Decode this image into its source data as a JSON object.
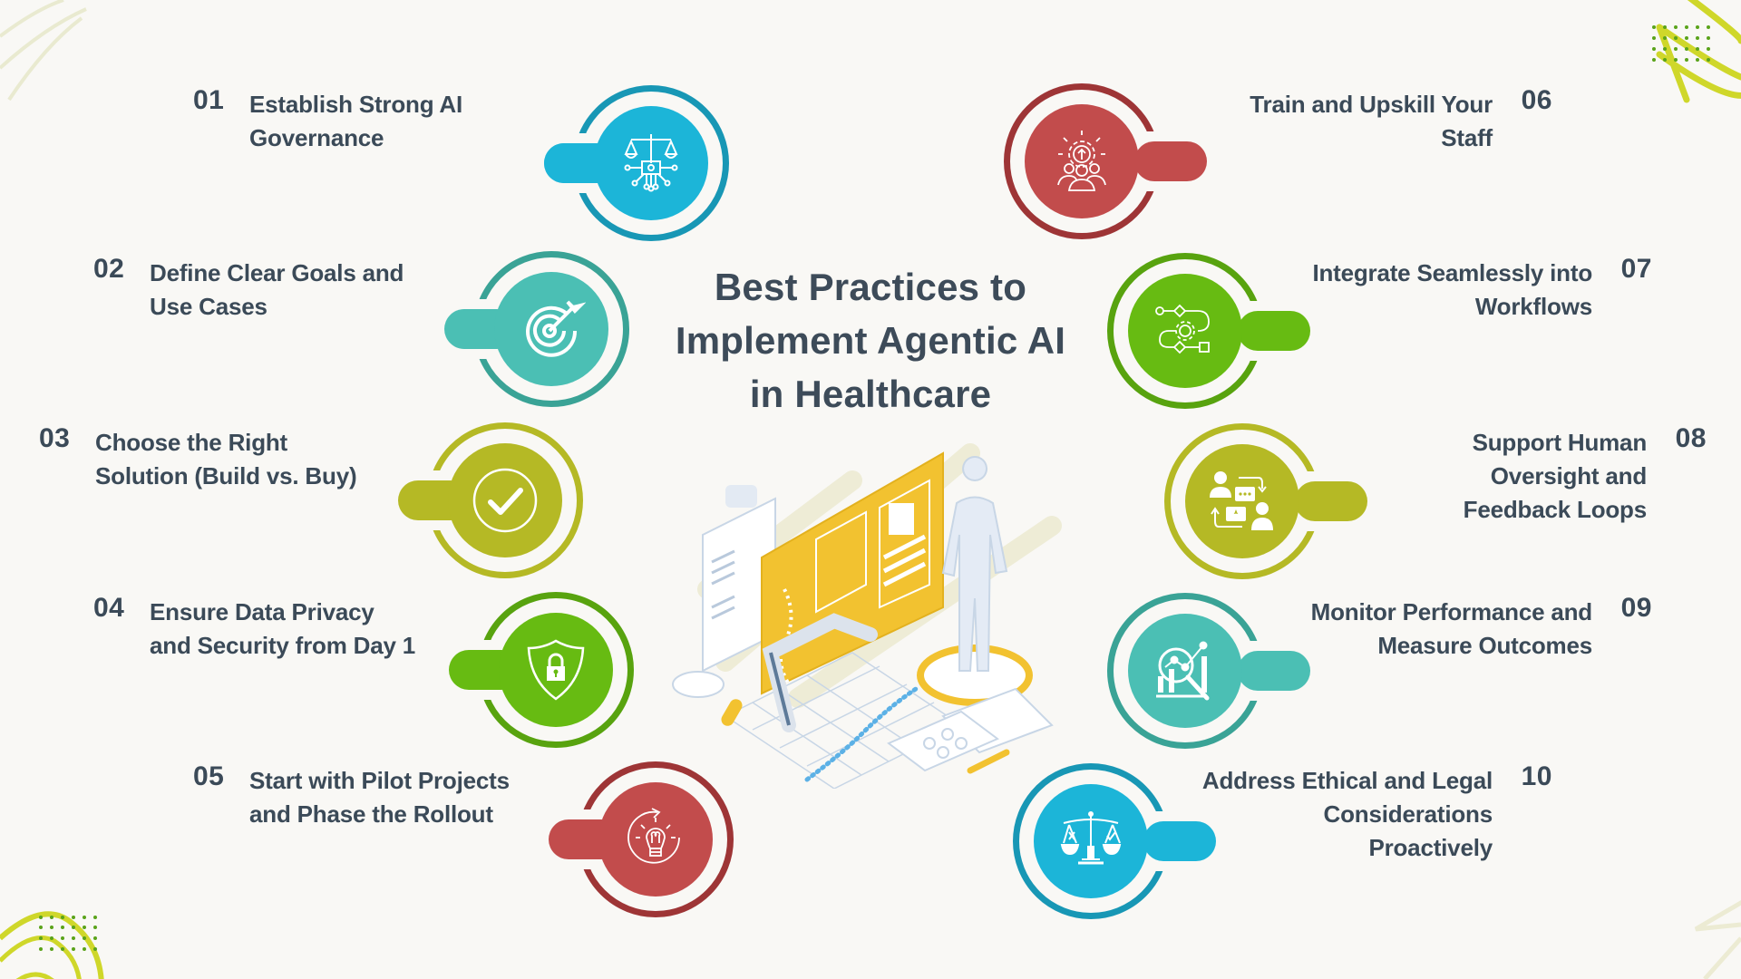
{
  "title": {
    "lines": [
      "Best Practices to",
      "Implement Agentic AI",
      "in Healthcare"
    ]
  },
  "colors": {
    "background": "#f9f8f5",
    "text": "#3d4b59",
    "blue_fill": "#1cb5d8",
    "blue_ring": "#1897b5",
    "teal_fill": "#4bbfb4",
    "teal_ring": "#3aa396",
    "olive_fill": "#b5b925",
    "olive_ring": "#b5b925",
    "green_fill": "#67bb12",
    "green_ring": "#58a30f",
    "red_fill": "#c24c4c",
    "red_ring": "#9e3536",
    "accent_yellow": "#f2c230",
    "deco_lime": "#cfd72a",
    "deco_dots": "#5aa31a"
  },
  "practices": [
    {
      "number": "01",
      "lines": [
        "Establish Strong AI",
        "Governance"
      ],
      "icon": "ai-governance-scales-icon"
    },
    {
      "number": "02",
      "lines": [
        "Define Clear Goals and",
        "Use Cases"
      ],
      "icon": "target-icon"
    },
    {
      "number": "03",
      "lines": [
        "Choose the Right",
        "Solution (Build vs. Buy)"
      ],
      "icon": "checkmark-circle-icon"
    },
    {
      "number": "04",
      "lines": [
        "Ensure Data Privacy",
        "and Security from Day 1"
      ],
      "icon": "shield-lock-icon"
    },
    {
      "number": "05",
      "lines": [
        "Start with Pilot Projects",
        "and Phase the Rollout"
      ],
      "icon": "lightbulb-cycle-icon"
    },
    {
      "number": "06",
      "lines": [
        "Train and Upskill Your",
        "Staff"
      ],
      "icon": "team-gear-upskill-icon"
    },
    {
      "number": "07",
      "lines": [
        "Integrate Seamlessly into",
        "Workflows"
      ],
      "icon": "workflow-gear-icon"
    },
    {
      "number": "08",
      "lines": [
        "Support Human",
        "Oversight and",
        "Feedback Loops"
      ],
      "icon": "feedback-loop-icon"
    },
    {
      "number": "09",
      "lines": [
        "Monitor Performance and",
        "Measure Outcomes"
      ],
      "icon": "chart-magnifier-icon"
    },
    {
      "number": "10",
      "lines": [
        "Address Ethical and Legal",
        "Considerations",
        "Proactively"
      ],
      "icon": "ethics-scales-icon"
    }
  ]
}
